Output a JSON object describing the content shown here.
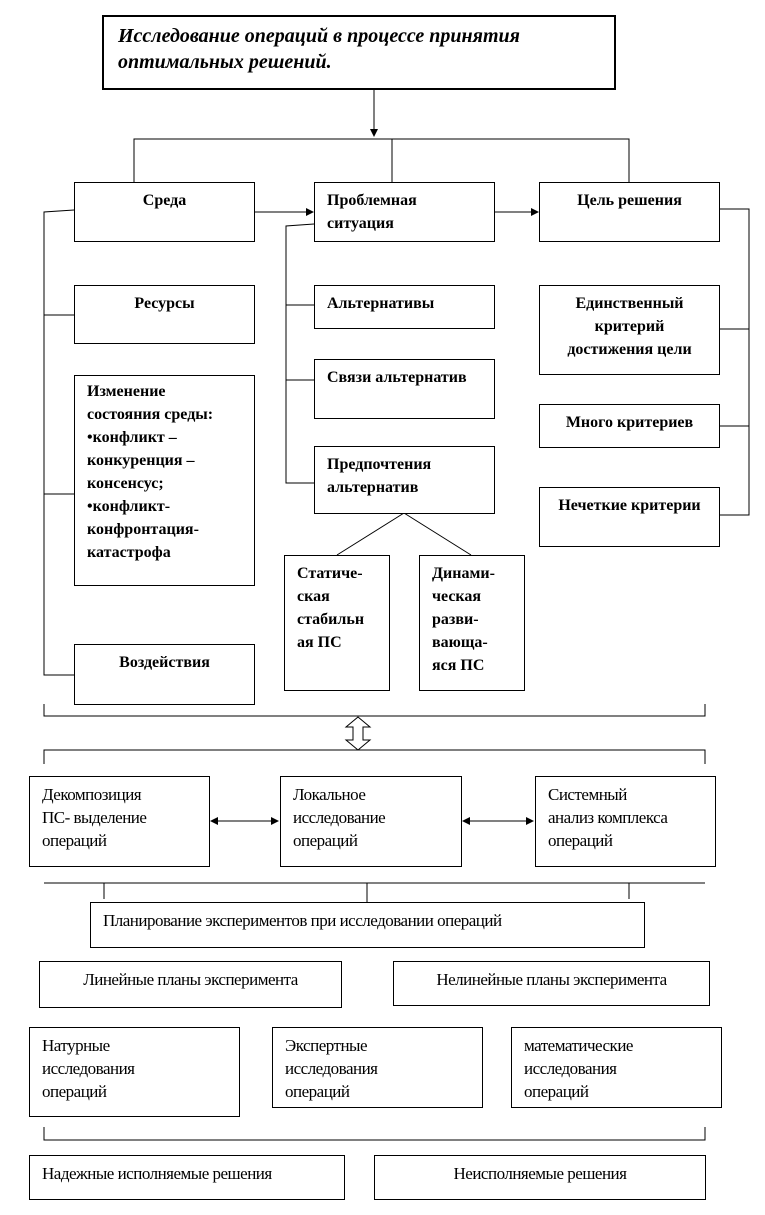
{
  "title": "Исследование операций в процессе принятия оптимальных решений.",
  "top_row": {
    "environment": "Среда",
    "problem_situation": "Проблемная ситуация",
    "goal": "Цель решения"
  },
  "environment_items": {
    "resources": "Ресурсы",
    "state_change": "Изменение состояния среды:\n•конфликт – конкуренция – консенсус;\n•конфликт-конфронтация-катастрофа",
    "impacts": "Воздействия"
  },
  "situation_items": {
    "alternatives": "Альтернативы",
    "links": "Связи альтернатив",
    "preferences": "Предпочтения альтернатив",
    "static": "Статиче-\nская\nстабильн\nая ПС",
    "dynamic": "Динами-\nческая\nразви-\nвающа-\nяся ПС"
  },
  "goal_items": {
    "single": "Единственный критерий достижения цели",
    "many": "Много критериев",
    "fuzzy": "Нечеткие критерии"
  },
  "analysis_row": {
    "decomposition": "Декомпозиция\nПС- выделение\nопераций",
    "local": "Локальное\nисследование\nопераций",
    "system": "Системный\nанализ комплекса\nопераций"
  },
  "planning": "Планирование экспериментов при исследовании операций",
  "plans": {
    "linear": "Линейные планы эксперимента",
    "nonlinear": "Нелинейные планы эксперимента"
  },
  "research": {
    "natural": "Натурные\nисследования\nопераций",
    "expert": "Экспертные\nисследования\nопераций",
    "math": "математические\nисследования\nопераций"
  },
  "decisions": {
    "reliable": "Надежные исполняемые решения",
    "unfeasible": "Неисполняемые решения"
  }
}
